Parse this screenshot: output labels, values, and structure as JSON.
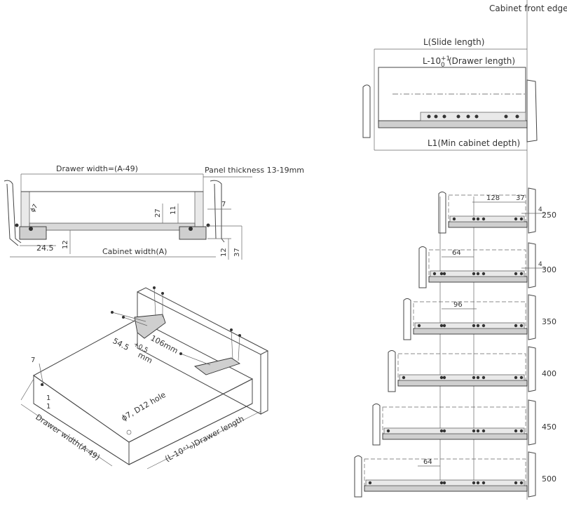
{
  "front_view": {
    "drawer_width": "Drawer width=(A-49)",
    "panel_thickness": "Panel thickness 13-19mm",
    "cabinet_width": "Cabinet width(A)",
    "phi7": "ϕ7",
    "d27": "27",
    "d11": "11",
    "d7": "7",
    "d24_5": "24.5",
    "d12a": "12",
    "d12b": "12",
    "d37": "37"
  },
  "side_view": {
    "cabinet_front_edge": "Cabinet front edge",
    "slide_length": "L(Slide length)",
    "drawer_length_main": "L-10",
    "drawer_length_tol_top": "+1",
    "drawer_length_tol_bot": "0",
    "drawer_length_suffix": "(Drawer length)",
    "min_cabinet_depth": "L1(Min cabinet depth)"
  },
  "iso_view": {
    "d7": "7",
    "d1a": "1",
    "d1b": "1",
    "drawer_width": "Drawer width(A-49)",
    "hole": "ϕ7, D12 hole",
    "drawer_length": "(L-10⁺¹₀)Drawer length",
    "d106": "106mm",
    "d54": "54.5",
    "d54_tol": "+0.5",
    "d54_unit": "mm"
  },
  "lengths": [
    {
      "size": "250",
      "dims": [
        "128",
        "37"
      ],
      "extra": "4"
    },
    {
      "size": "300",
      "dims": [
        "64"
      ],
      "extra": "4"
    },
    {
      "size": "350",
      "dims": [
        "96"
      ]
    },
    {
      "size": "400",
      "dims": []
    },
    {
      "size": "450",
      "dims": []
    },
    {
      "size": "500",
      "dims": [
        "64"
      ]
    }
  ]
}
